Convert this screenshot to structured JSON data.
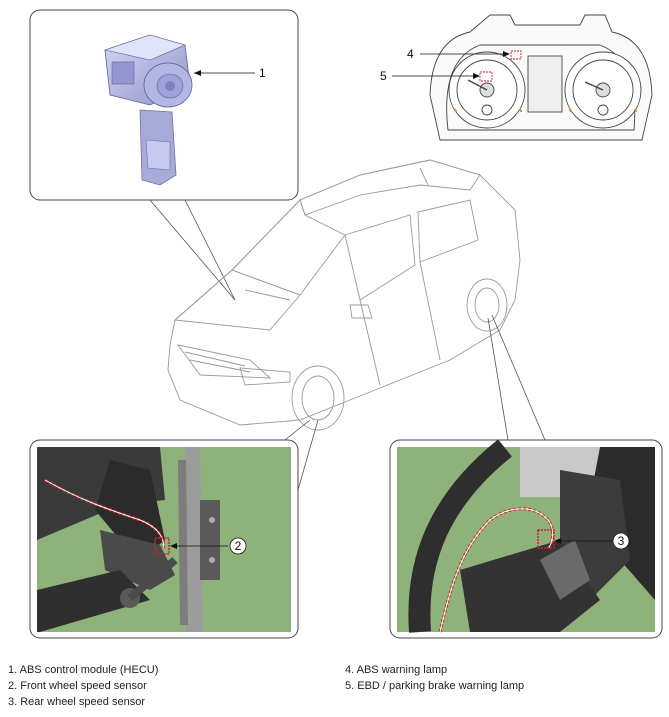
{
  "callouts": {
    "c1": "1",
    "c2": "2",
    "c3": "3",
    "c4": "4",
    "c5": "5"
  },
  "legend": {
    "left": [
      "1. ABS control module (HECU)",
      "2. Front wheel speed sensor",
      "3. Rear wheel speed sensor"
    ],
    "right": [
      "4. ABS warning lamp",
      "5. EBD / parking brake warning lamp"
    ]
  },
  "colors": {
    "photo_green": "#8fb27a",
    "harness_red": "#d2202a",
    "module_blue": "#b9bde8",
    "line": "#555555"
  }
}
